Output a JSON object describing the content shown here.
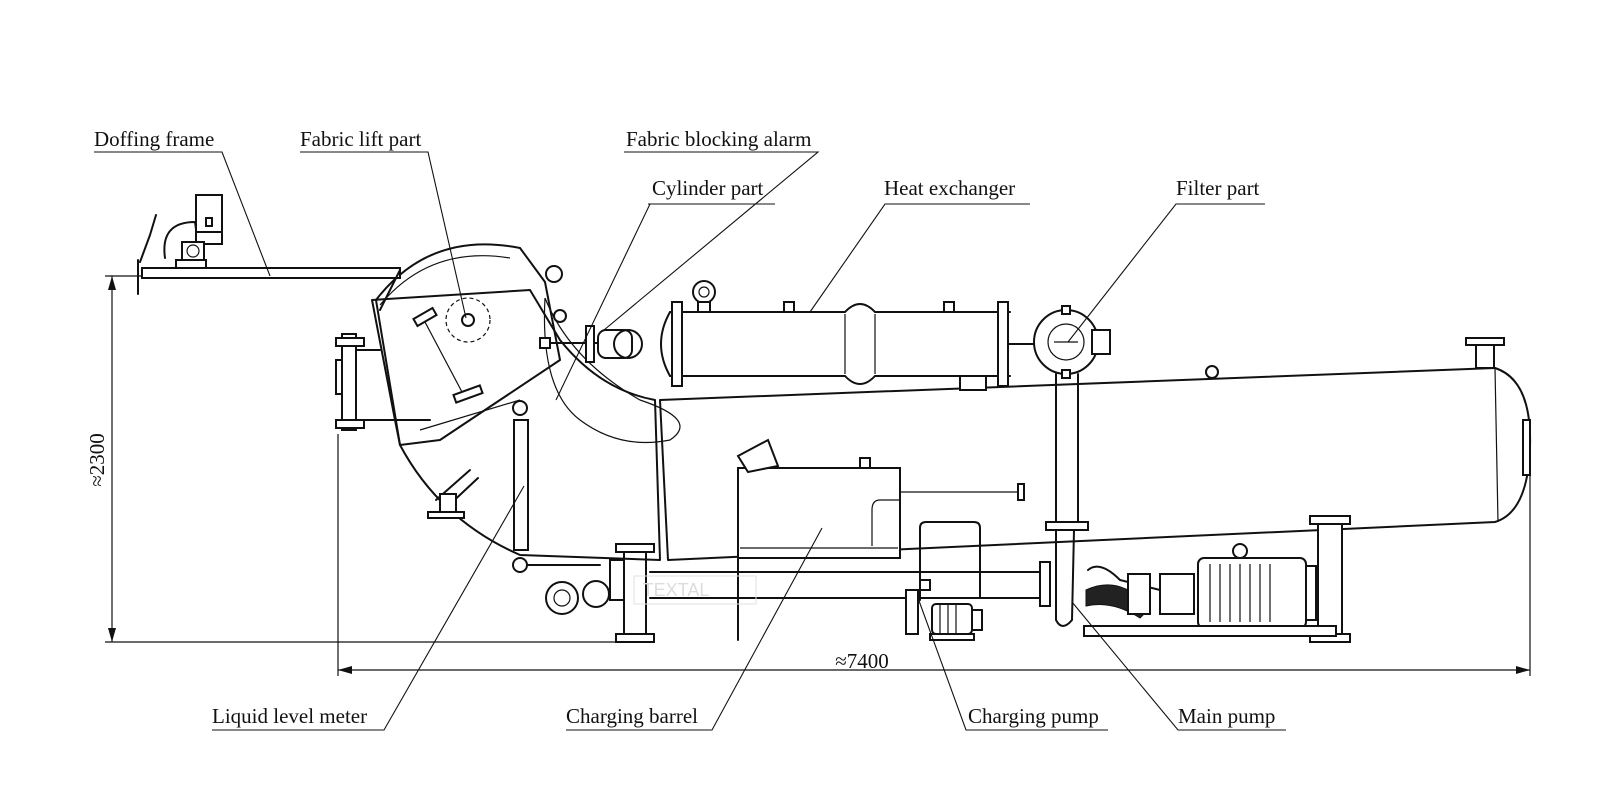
{
  "labels": {
    "doffing_frame": "Doffing frame",
    "fabric_lift_part": "Fabric lift part",
    "fabric_blocking_alarm": "Fabric blocking alarm",
    "cylinder_part": "Cylinder part",
    "heat_exchanger": "Heat exchanger",
    "filter_part": "Filter part",
    "liquid_level_meter": "Liquid level meter",
    "charging_barrel": "Charging barrel",
    "charging_pump": "Charging pump",
    "main_pump": "Main pump"
  },
  "dimensions": {
    "height": "≈2300",
    "length": "≈7400"
  },
  "watermark": "TEXTAL"
}
